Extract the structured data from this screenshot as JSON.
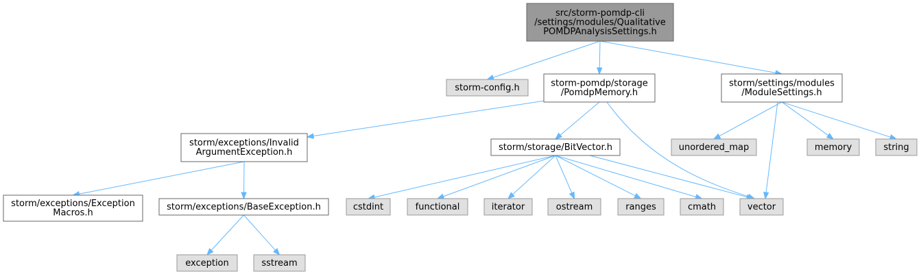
{
  "nodes": [
    {
      "id": "root",
      "kind": "root",
      "lines": [
        "src/storm-pomdp-cli",
        "/settings/modules/Qualitative",
        "POMDPAnalysisSettings.h"
      ]
    },
    {
      "id": "storm-config",
      "kind": "external",
      "lines": [
        "storm-config.h"
      ]
    },
    {
      "id": "pomdp-memory",
      "kind": "internal",
      "lines": [
        "storm-pomdp/storage",
        "/PomdpMemory.h"
      ]
    },
    {
      "id": "module-settings",
      "kind": "internal",
      "lines": [
        "storm/settings/modules",
        "/ModuleSettings.h"
      ]
    },
    {
      "id": "invalid-arg",
      "kind": "internal",
      "lines": [
        "storm/exceptions/Invalid",
        "ArgumentException.h"
      ]
    },
    {
      "id": "bitvector",
      "kind": "internal",
      "lines": [
        "storm/storage/BitVector.h"
      ]
    },
    {
      "id": "unordered-map",
      "kind": "external",
      "lines": [
        "unordered_map"
      ]
    },
    {
      "id": "memory",
      "kind": "external",
      "lines": [
        "memory"
      ]
    },
    {
      "id": "string",
      "kind": "external",
      "lines": [
        "string"
      ]
    },
    {
      "id": "exception-macros",
      "kind": "internal",
      "lines": [
        "storm/exceptions/Exception",
        "Macros.h"
      ]
    },
    {
      "id": "base-exception",
      "kind": "internal",
      "lines": [
        "storm/exceptions/BaseException.h"
      ]
    },
    {
      "id": "cstdint",
      "kind": "external",
      "lines": [
        "cstdint"
      ]
    },
    {
      "id": "functional",
      "kind": "external",
      "lines": [
        "functional"
      ]
    },
    {
      "id": "iterator",
      "kind": "external",
      "lines": [
        "iterator"
      ]
    },
    {
      "id": "ostream",
      "kind": "external",
      "lines": [
        "ostream"
      ]
    },
    {
      "id": "ranges",
      "kind": "external",
      "lines": [
        "ranges"
      ]
    },
    {
      "id": "cmath",
      "kind": "external",
      "lines": [
        "cmath"
      ]
    },
    {
      "id": "vector",
      "kind": "external",
      "lines": [
        "vector"
      ]
    },
    {
      "id": "exception",
      "kind": "external",
      "lines": [
        "exception"
      ]
    },
    {
      "id": "sstream",
      "kind": "external",
      "lines": [
        "sstream"
      ]
    }
  ],
  "edges": [
    [
      "root",
      "storm-config"
    ],
    [
      "root",
      "pomdp-memory"
    ],
    [
      "root",
      "module-settings"
    ],
    [
      "pomdp-memory",
      "invalid-arg"
    ],
    [
      "pomdp-memory",
      "bitvector"
    ],
    [
      "pomdp-memory",
      "vector"
    ],
    [
      "module-settings",
      "unordered-map"
    ],
    [
      "module-settings",
      "vector"
    ],
    [
      "module-settings",
      "memory"
    ],
    [
      "module-settings",
      "string"
    ],
    [
      "invalid-arg",
      "exception-macros"
    ],
    [
      "invalid-arg",
      "base-exception"
    ],
    [
      "bitvector",
      "cstdint"
    ],
    [
      "bitvector",
      "functional"
    ],
    [
      "bitvector",
      "iterator"
    ],
    [
      "bitvector",
      "ostream"
    ],
    [
      "bitvector",
      "ranges"
    ],
    [
      "bitvector",
      "cmath"
    ],
    [
      "bitvector",
      "vector"
    ],
    [
      "base-exception",
      "exception"
    ],
    [
      "base-exception",
      "sstream"
    ]
  ],
  "colors": {
    "root_fill": "#999999",
    "internal_fill": "#ffffff",
    "external_fill": "#e0e0e0",
    "edge": "#63b8ff"
  }
}
